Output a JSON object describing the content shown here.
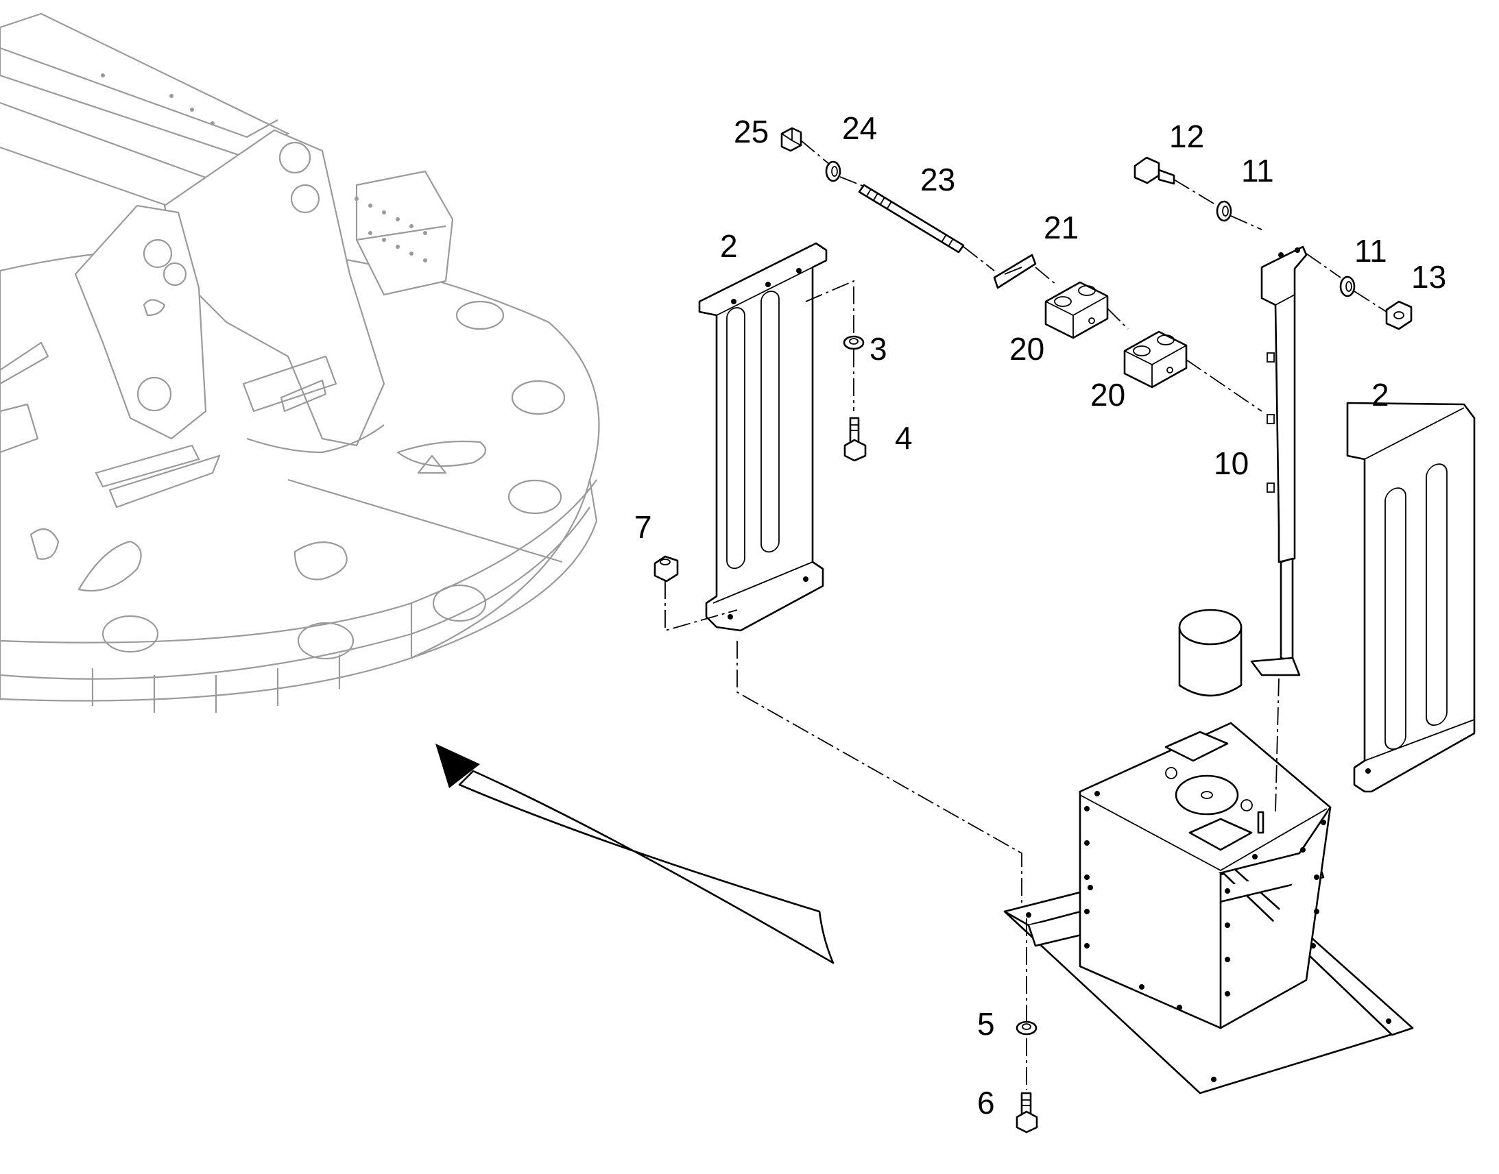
{
  "diagram": {
    "callouts": [
      {
        "id": "c25",
        "text": "25"
      },
      {
        "id": "c24",
        "text": "24"
      },
      {
        "id": "c23",
        "text": "23"
      },
      {
        "id": "c12",
        "text": "12"
      },
      {
        "id": "c11a",
        "text": "11"
      },
      {
        "id": "c21",
        "text": "21"
      },
      {
        "id": "c11b",
        "text": "11"
      },
      {
        "id": "c13",
        "text": "13"
      },
      {
        "id": "c2a",
        "text": "2"
      },
      {
        "id": "c3",
        "text": "3"
      },
      {
        "id": "c20a",
        "text": "20"
      },
      {
        "id": "c20b",
        "text": "20"
      },
      {
        "id": "c2b",
        "text": "2"
      },
      {
        "id": "c4",
        "text": "4"
      },
      {
        "id": "c10",
        "text": "10"
      },
      {
        "id": "c7",
        "text": "7"
      },
      {
        "id": "c5",
        "text": "5"
      },
      {
        "id": "c6",
        "text": "6"
      }
    ]
  }
}
